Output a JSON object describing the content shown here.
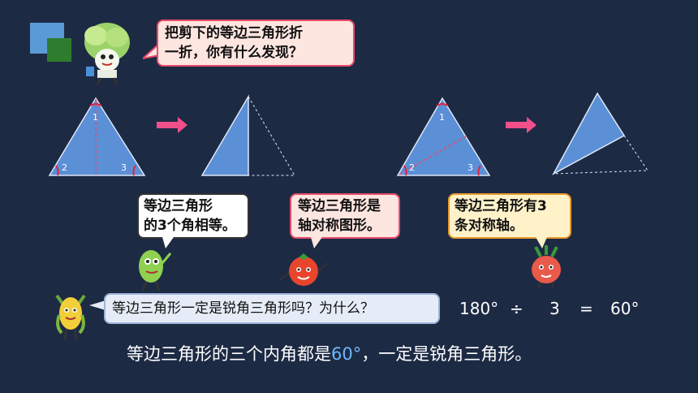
{
  "question_bubble": {
    "line1": "把剪下的等边三角形折",
    "line2": "一折，你有什么发现？"
  },
  "triangle_labels": {
    "a": "1",
    "b": "2",
    "c": "3"
  },
  "finding1": {
    "line1": "等边三角形",
    "line2": "的3个角相等。"
  },
  "finding2": {
    "line1": "等边三角形是",
    "line2": "轴对称图形。"
  },
  "finding3": {
    "line1": "等边三角形有3",
    "line2": "条对称轴。"
  },
  "question2": "等边三角形一定是锐角三角形吗？为什么？",
  "calculation": {
    "total": "180°",
    "op": "÷",
    "divisor": "3",
    "eq": "=",
    "result": "60°"
  },
  "answer": {
    "before": "等边三角形的三个内角都是",
    "highlight": "60°",
    "after": "，一定是锐角三角形。"
  },
  "colors": {
    "background": "#1d2a44",
    "triangle": "#5b8fd6",
    "arrow": "#f04f8a",
    "highlight": "#6fb7ff"
  },
  "icons": [
    "blue-square-icon",
    "green-square-icon",
    "cabbage-character-icon",
    "pea-character-icon",
    "tomato-character-icon",
    "radish-character-icon",
    "corn-character-icon"
  ]
}
